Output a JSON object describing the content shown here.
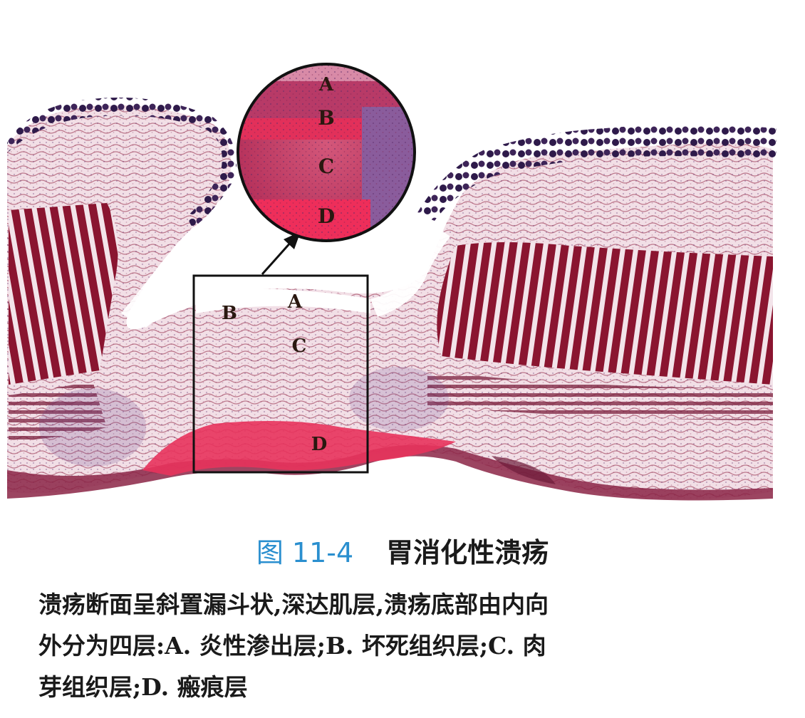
{
  "figure": {
    "labels": {
      "inset_a": "A",
      "inset_b": "B",
      "inset_c": "C",
      "inset_d": "D",
      "box_a": "A",
      "box_b": "B",
      "box_c": "C",
      "box_d": "D"
    }
  },
  "caption": {
    "number": "图 11-4",
    "title": "胃消化性溃疡",
    "lines": [
      "溃疡断面呈斜置漏斗状,深达肌层,溃疡底部由内向",
      "外分为四层:A. 炎性渗出层;B. 坏死组织层;C. 肉",
      "芽组织层;D. 瘢痕层"
    ]
  }
}
